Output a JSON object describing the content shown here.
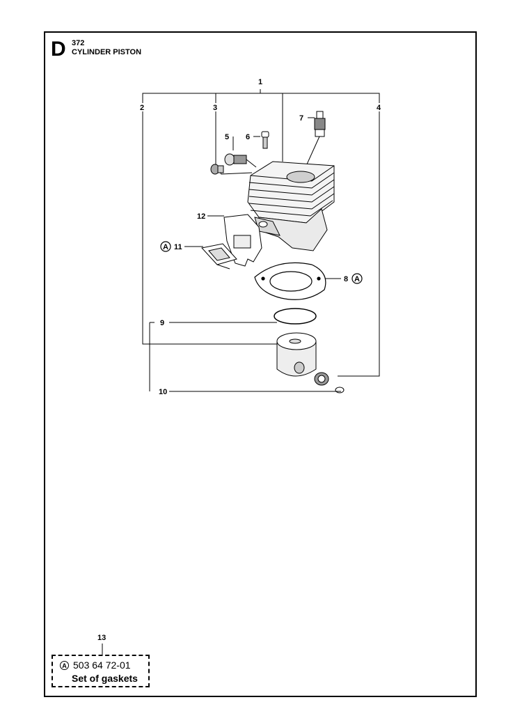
{
  "header": {
    "section_letter": "D",
    "model": "372",
    "title": "CYLINDER PISTON"
  },
  "callouts": {
    "c1": "1",
    "c2": "2",
    "c3": "3",
    "c4": "4",
    "c5": "5",
    "c6": "6",
    "c7": "7",
    "c8": "8",
    "c9": "9",
    "c10": "10",
    "c11": "11",
    "c12": "12"
  },
  "badge": {
    "letter": "A"
  },
  "kit": {
    "number": "13",
    "badge": "A",
    "part_number": "503 64 72-01",
    "description": "Set of gaskets"
  }
}
